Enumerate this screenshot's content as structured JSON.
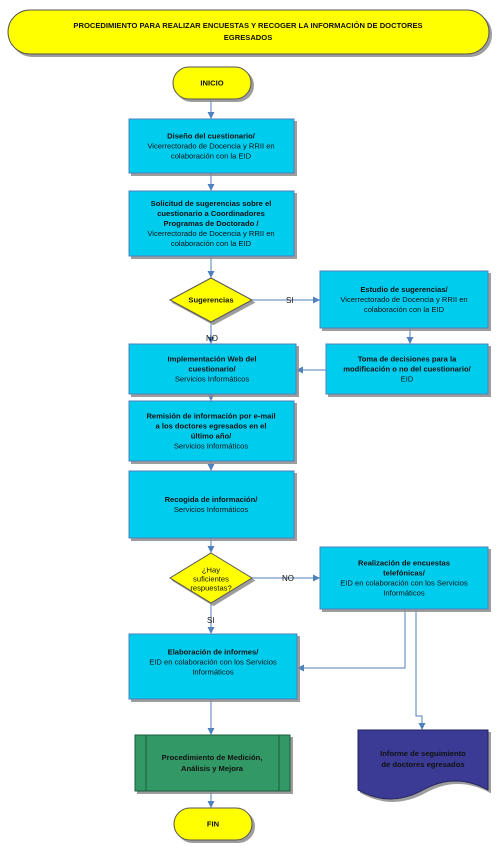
{
  "title": [
    "PROCEDIMIENTO PARA REALIZAR  ENCUESTAS Y RECOGER LA INFORMACIÓN DE DOCTORES",
    "EGRESADOS"
  ],
  "nodes": {
    "inicio": [
      "INICIO"
    ],
    "diseno": [
      [
        "Diseño del cuestionario/",
        true
      ],
      [
        "Vicerrectorado de Docencia y RRII en",
        false
      ],
      [
        "colaboración con la EID",
        false
      ]
    ],
    "solicitud": [
      [
        "Solicitud de sugerencias sobre el",
        true
      ],
      [
        "cuestionario a Coordinadores",
        true
      ],
      [
        "Programas de Doctorado /",
        true
      ],
      [
        "Vicerrectorado de Docencia y RRII en",
        false
      ],
      [
        "colaboración con la EID",
        false
      ]
    ],
    "sugerencias": [
      "Sugerencias"
    ],
    "estudio": [
      [
        "Estudio de sugerencias/",
        true
      ],
      [
        "Vicerrectorado de Docencia y RRII en",
        false
      ],
      [
        "colaboración con la EID",
        false
      ]
    ],
    "toma": [
      [
        "Toma de decisiones para la",
        true
      ],
      [
        "modificación  o no del cuestionario/",
        true
      ],
      [
        "EID",
        false
      ]
    ],
    "implementacion": [
      [
        "Implementación Web del",
        true
      ],
      [
        "cuestionario/",
        true
      ],
      [
        "Servicios Informáticos",
        false
      ]
    ],
    "remision": [
      [
        "Remisión de información por e-mail",
        true
      ],
      [
        "a los doctores egresados en el",
        true
      ],
      [
        "último año/",
        true
      ],
      [
        "Servicios Informáticos",
        false
      ]
    ],
    "recogida": [
      [
        "Recogida de información/",
        true
      ],
      [
        "Servicios Informáticos",
        false
      ]
    ],
    "hay": [
      "¿Hay",
      "suficientes",
      "respuestas?"
    ],
    "realizacion": [
      [
        "Realización de encuestas",
        true
      ],
      [
        "telefónicas/",
        true
      ],
      [
        "EID en colaboración con los Servicios",
        false
      ],
      [
        "Informáticos",
        false
      ]
    ],
    "elaboracion": [
      [
        "Elaboración de informes/",
        true
      ],
      [
        "EID en colaboración con los Servicios",
        false
      ],
      [
        "Informáticos",
        false
      ]
    ],
    "procedimiento": [
      "Procedimiento de Medición,",
      "Análisis y Mejora"
    ],
    "informe": [
      "Informe de seguimiento",
      "de doctores egresados"
    ],
    "fin": [
      "FIN"
    ]
  },
  "labels": {
    "si_1": "SI",
    "no_1": "NO",
    "no_2": "NO",
    "si_2": "SI"
  },
  "colors": {
    "yellow": "#ffff00",
    "cyan": "#00ccee",
    "green": "#339966",
    "navy": "#3b3b96",
    "arrow": "#4f81bd"
  }
}
